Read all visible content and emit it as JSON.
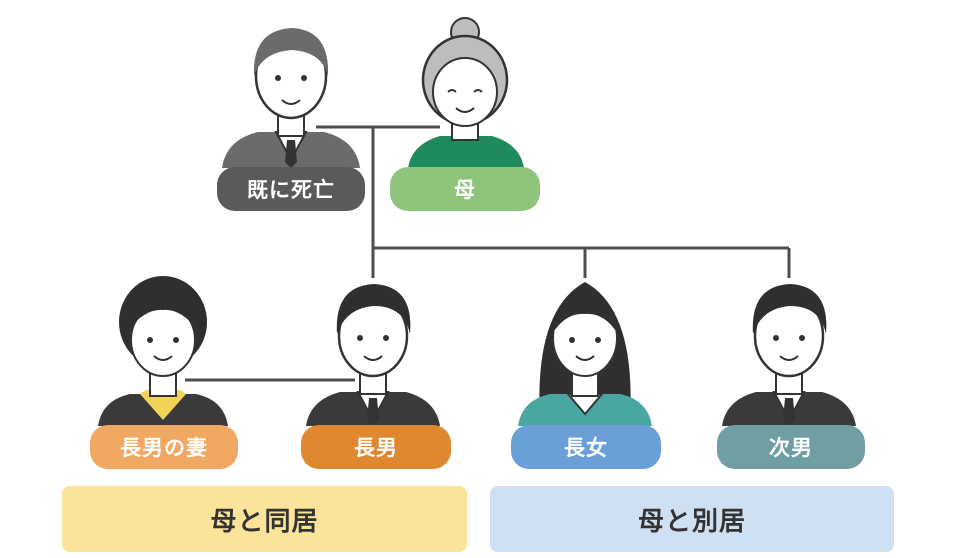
{
  "people": {
    "father": {
      "label": "既に死亡",
      "color": "#5a5a5a"
    },
    "mother": {
      "label": "母",
      "color": "#8ec47c"
    },
    "wife": {
      "label": "長男の妻",
      "color": "#f0a862"
    },
    "eldest_son": {
      "label": "長男",
      "color": "#e08830"
    },
    "eldest_daughter": {
      "label": "長女",
      "color": "#6a9fd8"
    },
    "second_son": {
      "label": "次男",
      "color": "#6f9ea3"
    }
  },
  "groups": {
    "with_mother": {
      "label": "母と同居",
      "color": "#fbe49a"
    },
    "apart_from_mother": {
      "label": "母と別居",
      "color": "#cfe0f2"
    }
  },
  "colors": {
    "line": "#4d4d4d",
    "suit": "#3a3a3a",
    "hair_dark": "#2f2f2f",
    "hair_gray": "#6b6b6b",
    "hair_mother": "#bdbdbd",
    "skin": "#ffffff",
    "mother_shirt": "#1f8a5c",
    "wife_blouse": "#f3d25a",
    "daughter_shirt": "#4aa6a0"
  }
}
